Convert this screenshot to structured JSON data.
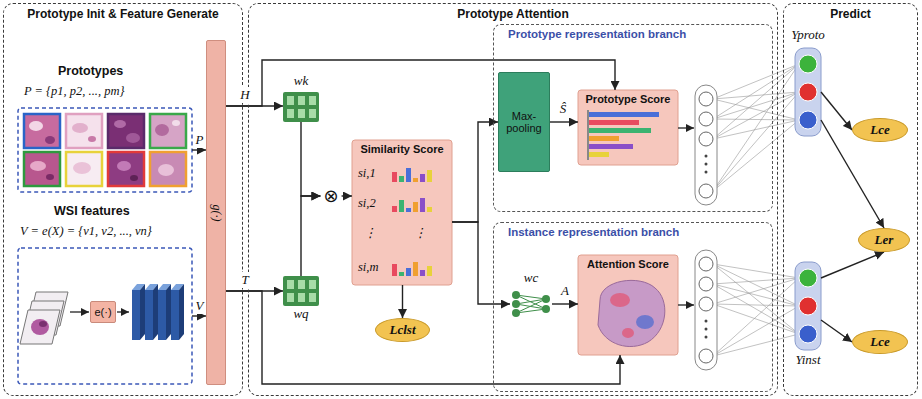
{
  "diagram": {
    "nodes": [
      {
        "text": [
          "Prototype Init & Feature Generate"
        ]
      },
      {
        "text": [
          "Prototypes",
          "P = {p1, p2, ..., pm}"
        ],
        "in": 0
      },
      {
        "text": [
          "WSI features",
          "V = e(X) = {v1, v2, ..., vn}"
        ],
        "in": 0
      },
      {
        "text": [
          "e(·)"
        ],
        "in": 2
      },
      {
        "text": [
          "g(·)"
        ],
        "in": 0
      },
      {
        "text": [
          "Prototype Attention"
        ]
      },
      {
        "text": [
          "wk"
        ],
        "in": 5
      },
      {
        "text": [
          "wq"
        ],
        "in": 5
      },
      {
        "text": [
          "⊗"
        ],
        "in": 5
      },
      {
        "text": [
          "Similarity Score",
          "si,1",
          "si,2",
          "⋮",
          "⋮",
          "si,m"
        ],
        "in": 5
      },
      {
        "text": [
          "Lclst"
        ],
        "in": 5
      },
      {
        "text": [
          "Prototype representation branch"
        ],
        "in": 5
      },
      {
        "text": [
          "Max-pooling"
        ],
        "in": 11
      },
      {
        "text": [
          "Prototype Score"
        ],
        "in": 11
      },
      {
        "text": [
          "Instance representation branch"
        ],
        "in": 5
      },
      {
        "text": [
          "wc"
        ],
        "in": 14
      },
      {
        "text": [
          "Attention Score"
        ],
        "in": 14
      },
      {
        "text": [
          "Predict"
        ]
      },
      {
        "text": [
          "Yproto"
        ],
        "in": 17
      },
      {
        "text": [
          "Yinst"
        ],
        "in": 17
      },
      {
        "text": [
          "Lce"
        ],
        "in": 17
      },
      {
        "text": [
          "Ler"
        ],
        "in": 17
      },
      {
        "text": [
          "Lce"
        ],
        "in": 17
      }
    ],
    "edges": [
      {
        "from": 1,
        "to": 4,
        "arrow": "to",
        "label": "P"
      },
      {
        "from": 2,
        "to": 4,
        "arrow": "to",
        "label": "V"
      },
      {
        "from": 4,
        "to": 6,
        "arrow": "to",
        "label": "H"
      },
      {
        "from": 4,
        "to": 13,
        "arrow": "to"
      },
      {
        "from": 4,
        "to": 7,
        "arrow": "to",
        "label": "T"
      },
      {
        "from": 4,
        "to": 16,
        "arrow": "to"
      },
      {
        "from": 6,
        "to": 8,
        "arrow": "to"
      },
      {
        "from": 7,
        "to": 8,
        "arrow": "to"
      },
      {
        "from": 8,
        "to": 9,
        "arrow": "to"
      },
      {
        "from": 9,
        "to": 10,
        "arrow": "to"
      },
      {
        "from": 9,
        "to": 12,
        "arrow": "to"
      },
      {
        "from": 9,
        "to": 15,
        "arrow": "to"
      },
      {
        "from": 12,
        "to": 13,
        "arrow": "to",
        "label": "Ŝ"
      },
      {
        "from": 15,
        "to": 16,
        "arrow": "to",
        "label": "A"
      },
      {
        "from": 18,
        "to": 20,
        "arrow": "to"
      },
      {
        "from": 18,
        "to": 21,
        "arrow": "to"
      },
      {
        "from": 19,
        "to": 21,
        "arrow": "to"
      },
      {
        "from": 19,
        "to": 22,
        "arrow": "to"
      }
    ]
  }
}
